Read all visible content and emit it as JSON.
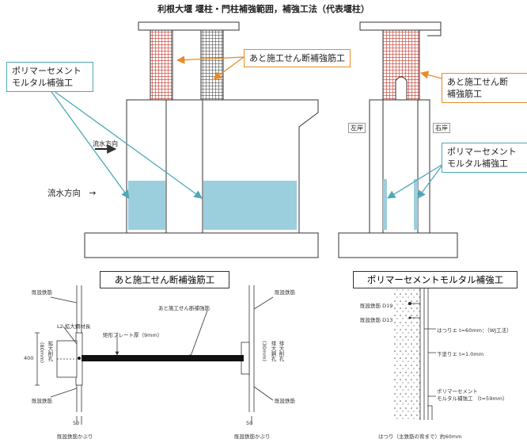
{
  "title": "利根大堰 堰柱・門柱補強範囲，補強工法（代表堰柱）",
  "colors": {
    "rebar": "#c0392b",
    "mortar": "#9ccfde",
    "orange_callout": "#e88b2a",
    "teal_callout": "#4ea8b8"
  },
  "top": {
    "left_callout_polymer": "ポリマーセメント\nモルタル補強工",
    "orange_callout_left": "あと施工せん断補強筋工",
    "orange_callout_right": "あと施工せん断\n補強筋工",
    "teal_callout_right": "ポリマーセメント\nモルタル補強工",
    "flow_small": "流水方向",
    "flow_large": "流水方向　→",
    "left_bank": "左岸",
    "right_bank": "右岸"
  },
  "bottom_left": {
    "section_title": "あと施工せん断補強筋工",
    "label_main_rebar_top_left": "既設鉄筋",
    "label_main_rebar_top_right": "既設鉄筋",
    "label_l2": "L2 拡大鋼材長",
    "label_plate": "矩形プレート厚（9mm）",
    "label_post_rebar": "あと施工せん断補強筋",
    "label_dim_400": "400",
    "label_left_hole": "拡大削孔",
    "label_left_hole_dim": "(80mm)",
    "label_right_hole_dim": "(30mm)",
    "label_right_hole": "排大鋼孔",
    "label_right_hole2": "排大削孔",
    "label_bottom_left_rebar": "既設鉄筋",
    "label_bottom_right_rebar": "既設鉄筋",
    "dim_50_left": "50",
    "dim_50_right": "50",
    "cover_left": "既設鉄筋かぶり",
    "cover_right": "既設鉄筋かぶり"
  },
  "bottom_right": {
    "section_title": "ポリマーセメントモルタル補強工",
    "rebar_d19": "既設鉄筋 D19",
    "rebar_d13": "既設鉄筋 D13",
    "chipping": "はつりエ t=60mm：（WJ工法）",
    "primer": "下塗りエ t=1.0mm",
    "pcm_line1": "ポリマーセメント",
    "pcm_line2": "モルタル補強工 （t=59mm）",
    "bottom_note": "はつり（主鉄筋の背まで）約60mm"
  }
}
